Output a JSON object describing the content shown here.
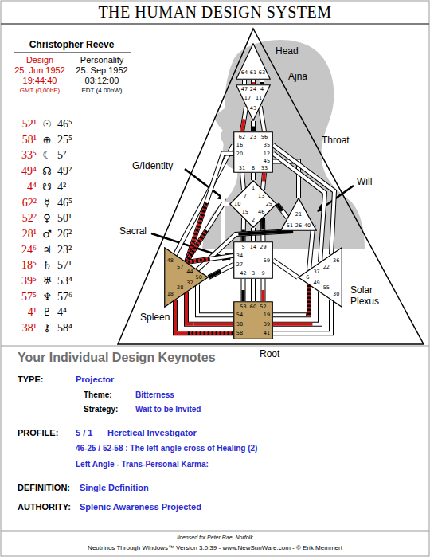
{
  "diagram": {
    "title": "THE HUMAN DESIGN SYSTEM",
    "nodes": [
      {
        "text": [
          "64",
          "61",
          "63"
        ]
      },
      {
        "text": [
          "47",
          "24",
          "4",
          "17",
          "11",
          "43"
        ]
      },
      {
        "text": [
          "62",
          "23",
          "56",
          "16",
          "35",
          "20",
          "12",
          "45",
          "31",
          "8",
          "33"
        ]
      },
      {
        "text": [
          "1",
          "7",
          "13",
          "10",
          "25",
          "15",
          "46",
          "2"
        ]
      },
      {
        "text": [
          "21",
          "51",
          "26",
          "40"
        ]
      },
      {
        "text": [
          "5",
          "14",
          "29",
          "34",
          "59",
          "27",
          "42",
          "3",
          "9"
        ]
      },
      {
        "text": [
          "48",
          "57",
          "44",
          "50",
          "32",
          "28",
          "18"
        ]
      },
      {
        "text": [
          "36",
          "22",
          "37",
          "6",
          "49",
          "55",
          "30"
        ]
      },
      {
        "text": [
          "53",
          "60",
          "52",
          "54",
          "19",
          "38",
          "39",
          "58",
          "41"
        ]
      }
    ],
    "edges": [
      {
        "from": 0,
        "to": 1,
        "arrow": "none"
      },
      {
        "from": 0,
        "to": 1,
        "arrow": "none"
      },
      {
        "from": 0,
        "to": 1,
        "arrow": "none"
      },
      {
        "from": 1,
        "to": 2,
        "arrow": "none"
      },
      {
        "from": 1,
        "to": 2,
        "arrow": "none"
      },
      {
        "from": 1,
        "to": 2,
        "arrow": "none"
      },
      {
        "from": 2,
        "to": 3,
        "arrow": "none"
      },
      {
        "from": 2,
        "to": 3,
        "arrow": "none"
      },
      {
        "from": 2,
        "to": 3,
        "arrow": "none"
      },
      {
        "from": 2,
        "to": 3,
        "arrow": "none"
      },
      {
        "from": 2,
        "to": 5,
        "arrow": "none"
      },
      {
        "from": 2,
        "to": 6,
        "arrow": "none"
      },
      {
        "from": 2,
        "to": 6,
        "arrow": "none"
      },
      {
        "from": 2,
        "to": 4,
        "arrow": "none"
      },
      {
        "from": 2,
        "to": 7,
        "arrow": "none"
      },
      {
        "from": 2,
        "to": 7,
        "arrow": "none"
      },
      {
        "from": 3,
        "to": 4,
        "arrow": "none"
      },
      {
        "from": 3,
        "to": 5,
        "arrow": "none"
      },
      {
        "from": 3,
        "to": 5,
        "arrow": "none"
      },
      {
        "from": 3,
        "to": 5,
        "arrow": "none"
      },
      {
        "from": 3,
        "to": 5,
        "arrow": "none"
      },
      {
        "from": 3,
        "to": 6,
        "arrow": "none"
      },
      {
        "from": 4,
        "to": 6,
        "arrow": "none"
      },
      {
        "from": 4,
        "to": 7,
        "arrow": "none"
      },
      {
        "from": 5,
        "to": 6,
        "arrow": "none"
      },
      {
        "from": 5,
        "to": 6,
        "arrow": "none"
      },
      {
        "from": 5,
        "to": 7,
        "arrow": "none"
      },
      {
        "from": 5,
        "to": 8,
        "arrow": "none"
      },
      {
        "from": 5,
        "to": 8,
        "arrow": "none"
      },
      {
        "from": 5,
        "to": 8,
        "arrow": "none"
      },
      {
        "from": 6,
        "to": 8,
        "arrow": "none"
      },
      {
        "from": 6,
        "to": 8,
        "arrow": "none"
      },
      {
        "from": 6,
        "to": 8,
        "arrow": "none"
      },
      {
        "from": 7,
        "to": 8,
        "arrow": "none"
      },
      {
        "from": 7,
        "to": 8,
        "arrow": "none"
      },
      {
        "from": 7,
        "to": 8,
        "arrow": "none"
      }
    ],
    "labels": [
      "Christopher Reeve",
      "Design",
      "Personality",
      "25. Jun 1952",
      "25. Sep 1952",
      "19:44:40",
      "03:12:00",
      "GMT (0,00hE)",
      "EDT (4.00hW)",
      "52¹",
      "☉",
      "46⁵",
      "58¹",
      "⊕",
      "25⁵",
      "33⁵",
      "☾",
      "5²",
      "49⁴",
      "☊",
      "49²",
      "4⁴",
      "☋",
      "4²",
      "62²",
      "☿",
      "46⁵",
      "52²",
      "♀",
      "50¹",
      "28¹",
      "♂",
      "26²",
      "24⁶",
      "♃",
      "23²",
      "18⁵",
      "♄",
      "57¹",
      "39⁵",
      "♅",
      "53⁴",
      "57⁵",
      "♆",
      "57⁶",
      "4¹",
      "♇",
      "4⁴",
      "38¹",
      "⚷",
      "58⁴",
      "Head",
      "Ajna",
      "Throat",
      "G/Identity",
      "Will",
      "Sacral",
      "Spleen",
      "Solar Plexus",
      "Root",
      "Your Individual Design Keynotes",
      "TYPE:",
      "Projector",
      "Theme:",
      "Bitterness",
      "Strategy:",
      "Wait to be Invited",
      "PROFILE:",
      "5 / 1",
      "Heretical Investigator",
      "46-25 / 52-58 : The left angle cross of Healing (2)",
      "Left Angle - Trans-Personal Karma:",
      "DEFINITION:",
      "Single Definition",
      "AUTHORITY:",
      "Splenic Awareness Projected",
      "licensed for Peter Rae, Norfolk",
      "Neutrinos Through Windows™ Version 3.0.39 - www.NewSunWare.com - © Erik Memmert"
    ]
  }
}
